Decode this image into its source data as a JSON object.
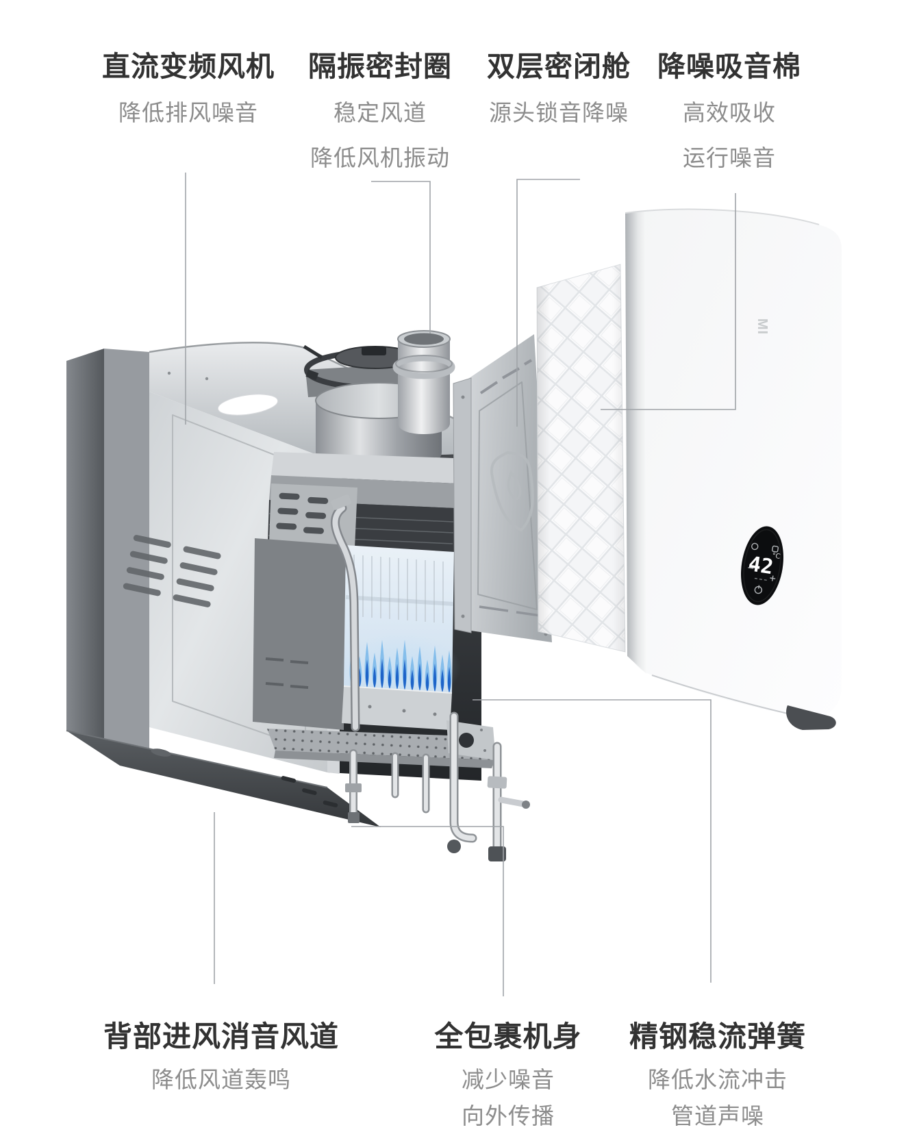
{
  "colors": {
    "title_text": "#323232",
    "subtitle_text": "#8c8c8c",
    "leader_line": "#a0a4a8",
    "flame_blue": "#1e63c8",
    "display_background": "#0c0d0f",
    "cover_white": "#fafbfc"
  },
  "annotations": {
    "top": [
      {
        "title": "直流变频风机",
        "subtitles": [
          "降低排风噪音"
        ]
      },
      {
        "title": "隔振密封圈",
        "subtitles": [
          "稳定风道",
          "降低风机振动"
        ]
      },
      {
        "title": "双层密闭舱",
        "subtitles": [
          "源头锁音降噪"
        ]
      },
      {
        "title": "降噪吸音棉",
        "subtitles": [
          "高效吸收",
          "运行噪音"
        ]
      }
    ],
    "bottom": [
      {
        "title": "背部进风消音风道",
        "subtitles": [
          "降低风道轰鸣"
        ]
      },
      {
        "title": "全包裹机身",
        "subtitles": [
          "减少噪音",
          "向外传播"
        ]
      },
      {
        "title": "精钢稳流弹簧",
        "subtitles": [
          "降低水流冲击",
          "管道声噪"
        ]
      }
    ]
  },
  "display": {
    "temperature": "42",
    "unit": "°C"
  },
  "logo": {
    "mark": "MI"
  }
}
